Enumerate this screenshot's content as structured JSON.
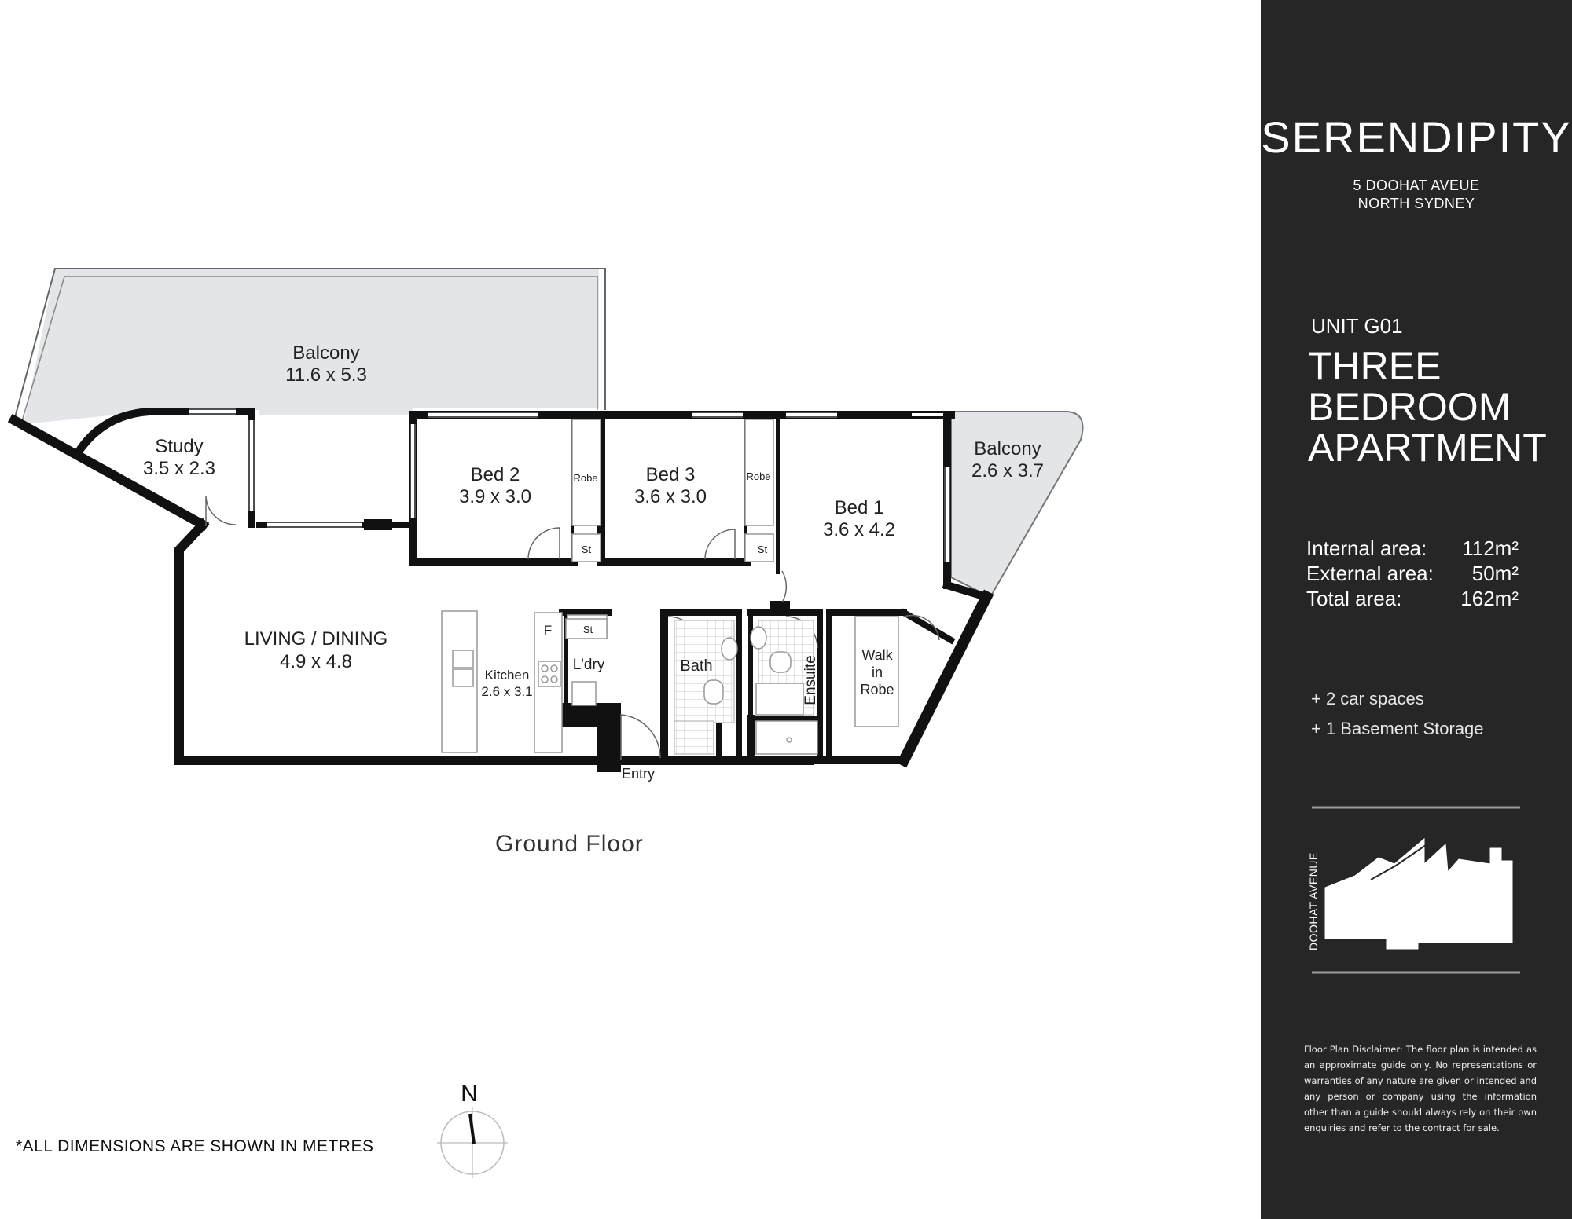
{
  "brand": {
    "name": "SERENDIPITY",
    "address_line1": "5 DOOHAT AVEUE",
    "address_line2": "NORTH SYDNEY"
  },
  "unit": {
    "code": "UNIT G01",
    "type_lines": [
      "THREE",
      "BEDROOM",
      "APARTMENT"
    ]
  },
  "areas": [
    {
      "label": "Internal area:",
      "value": "112m²"
    },
    {
      "label": "External area:",
      "value": "50m²"
    },
    {
      "label": "Total area:",
      "value": "162m²"
    }
  ],
  "extras": [
    "+ 2 car spaces",
    "+ 1 Basement Storage"
  ],
  "site_plan": {
    "street_label": "DOOHAT AVENUE"
  },
  "disclaimer": "Floor Plan Disclaimer: The floor plan is intended as an approximate guide only. No representations or warranties of any nature are given or intended and any person or company using the information other than a guide should always rely on their own enquiries and refer to the contract for sale.",
  "plan": {
    "floor_label": "Ground Floor",
    "dimensions_note": "*ALL DIMENSIONS ARE SHOWN IN METRES",
    "compass_label": "N",
    "rooms": {
      "balcony_main": {
        "name": "Balcony",
        "size": "11.6 x 5.3"
      },
      "study": {
        "name": "Study",
        "size": "3.5 x 2.3"
      },
      "bed2": {
        "name": "Bed 2",
        "size": "3.9 x 3.0"
      },
      "bed3": {
        "name": "Bed 3",
        "size": "3.6 x 3.0"
      },
      "bed1": {
        "name": "Bed 1",
        "size": "3.6 x 4.2"
      },
      "balcony_side": {
        "name": "Balcony",
        "size": "2.6 x 3.7"
      },
      "living": {
        "name": "LIVING / DINING",
        "size": "4.9 x 4.8"
      },
      "kitchen": {
        "name": "Kitchen",
        "size": "2.6 x 3.1"
      },
      "laundry": {
        "name": "L'dry"
      },
      "bath": {
        "name": "Bath"
      },
      "ensuite": {
        "name": "Ensuite"
      },
      "walk_in_robe": {
        "lines": [
          "Walk",
          "in",
          "Robe"
        ]
      },
      "robe_a": {
        "name": "Robe"
      },
      "robe_b": {
        "name": "Robe"
      },
      "st_a": {
        "name": "St"
      },
      "st_b": {
        "name": "St"
      },
      "st_c": {
        "name": "St"
      },
      "fridge": {
        "name": "F"
      },
      "entry": {
        "name": "Entry"
      }
    }
  }
}
